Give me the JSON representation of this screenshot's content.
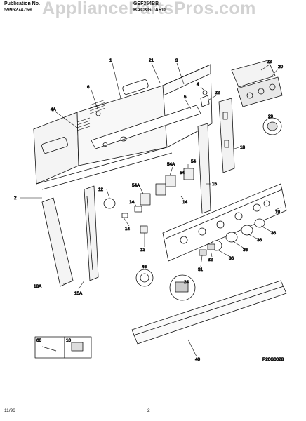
{
  "header": {
    "watermark": "AppliancePartsPros.com",
    "publication_label": "Publication No.",
    "publication_number": "5995274759",
    "model": "GEF354BB",
    "section": "BACKGUARD"
  },
  "diagram": {
    "code": "P20G0028",
    "callouts": [
      "1",
      "21",
      "3",
      "23",
      "20",
      "4",
      "22",
      "6",
      "5",
      "4A",
      "29",
      "18",
      "54A",
      "54",
      "54",
      "12",
      "54A",
      "15",
      "2",
      "14",
      "14",
      "19",
      "14",
      "36",
      "36",
      "13",
      "36",
      "46",
      "32",
      "31",
      "36",
      "18A",
      "15A",
      "24",
      "40",
      "60",
      "10"
    ]
  },
  "footer": {
    "date": "11/96",
    "page": "2"
  }
}
